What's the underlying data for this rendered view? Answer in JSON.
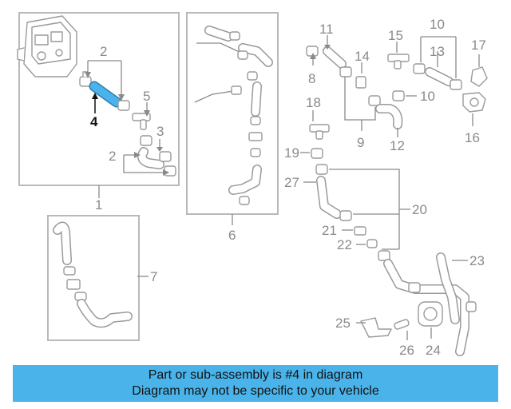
{
  "callouts": {
    "c1": "1",
    "c2a": "2",
    "c2b": "2",
    "c3": "3",
    "c4": "4",
    "c5": "5",
    "c6": "6",
    "c7": "7",
    "c8": "8",
    "c9": "9",
    "c10a": "10",
    "c10b": "10",
    "c11": "11",
    "c12": "12",
    "c13": "13",
    "c14": "14",
    "c15": "15",
    "c16": "16",
    "c17": "17",
    "c18": "18",
    "c19": "19",
    "c20": "20",
    "c21": "21",
    "c22": "22",
    "c23": "23",
    "c24": "24",
    "c25": "25",
    "c26": "26",
    "c27": "27"
  },
  "highlight": {
    "part_number": "4",
    "color": "#4ab4ea"
  },
  "banner": {
    "line1": "Part or sub-assembly is #4 in diagram",
    "line2": "Diagram may not be specific to your vehicle",
    "background": "#4ab4ea"
  }
}
